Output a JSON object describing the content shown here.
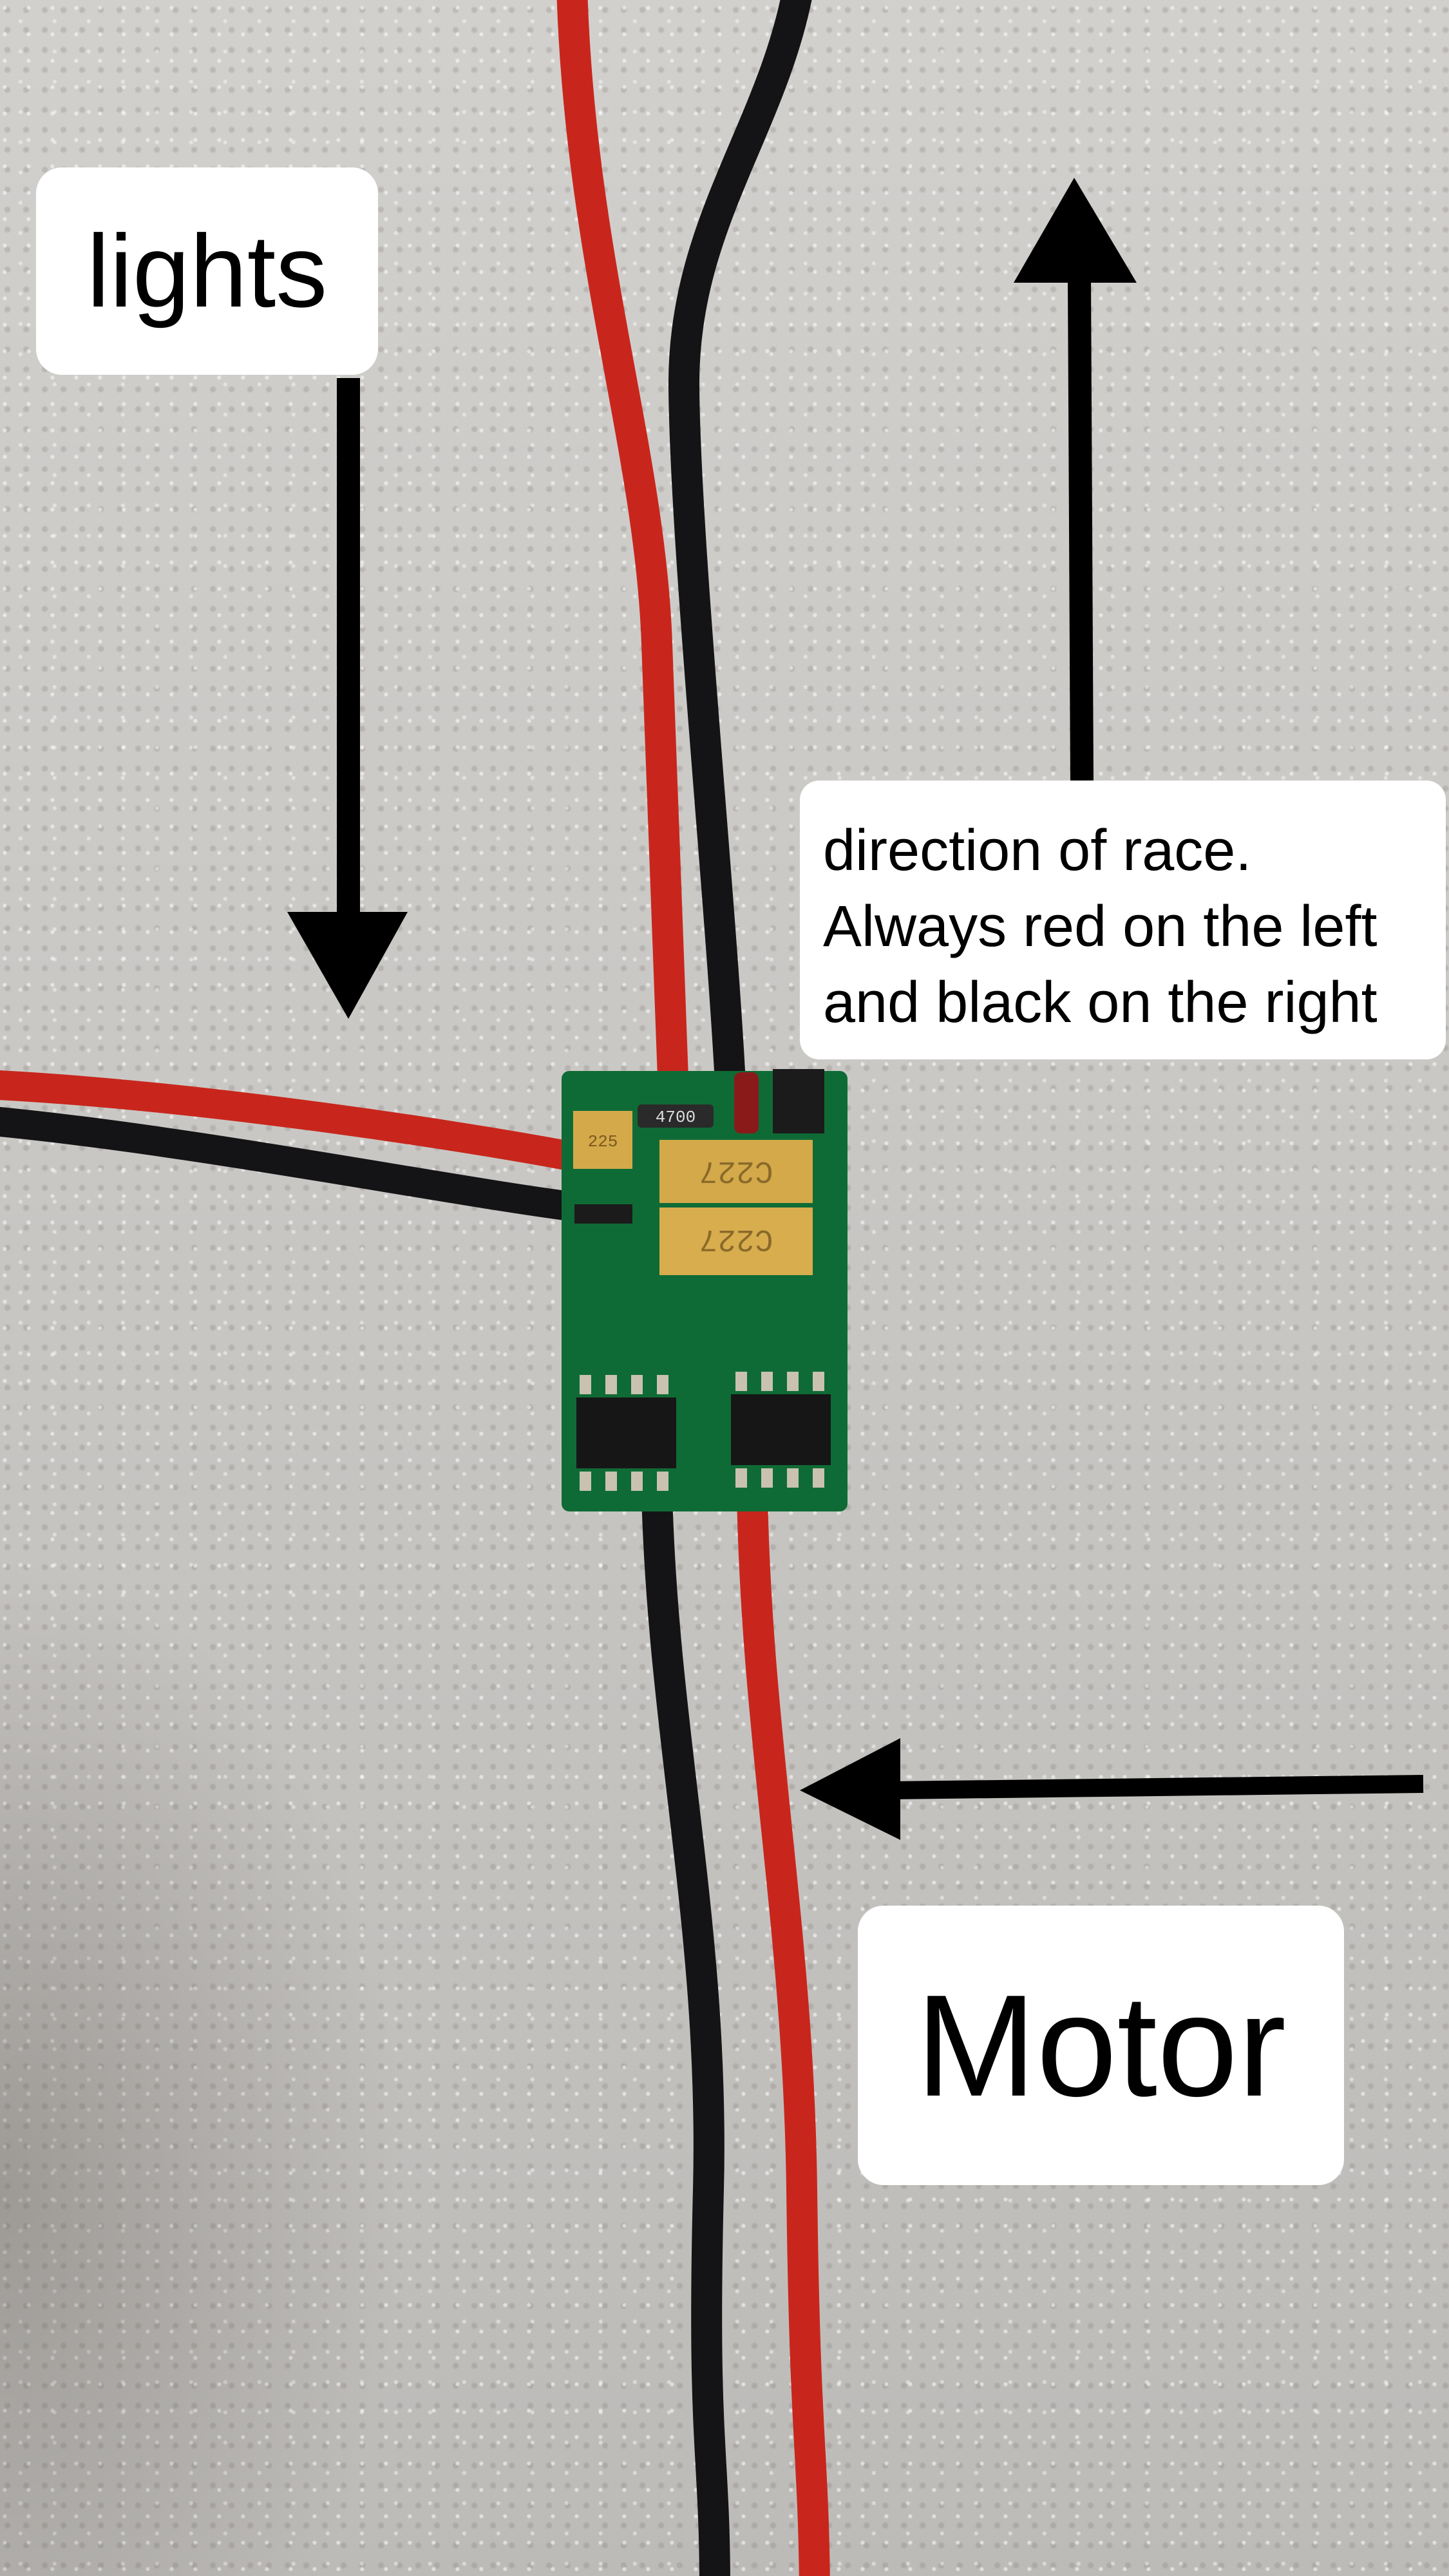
{
  "annotations": {
    "lights_label": "lights",
    "direction_lines": [
      "direction of race.",
      "Always red on the left",
      "and black on the right"
    ],
    "motor_label": "Motor"
  },
  "pcb": {
    "resistor_marking": "4700",
    "capacitor_marking_1": "C227",
    "capacitor_marking_2": "C227",
    "small_capacitor_marking": "225"
  },
  "colors": {
    "red_wire": "#c8261c",
    "black_wire": "#141416",
    "pcb_green": "#0f6b35",
    "tantalum": "#d4a94a"
  }
}
